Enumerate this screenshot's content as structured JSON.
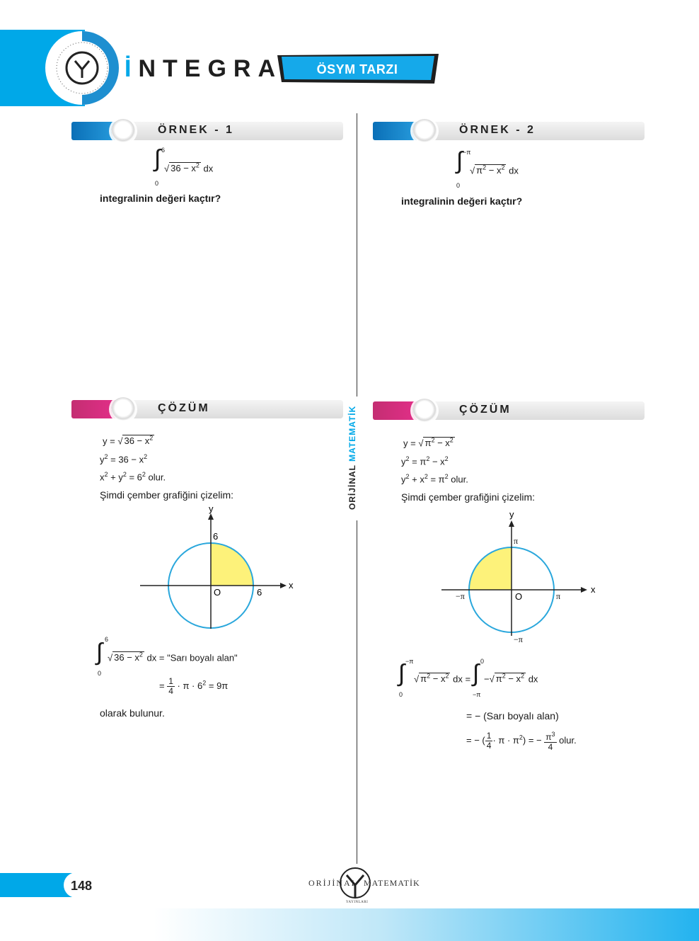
{
  "header": {
    "title_first": "İ",
    "title_rest": "NTEGRAL",
    "tag": "ÖSYM TARZI"
  },
  "example1": {
    "label": "ÖRNEK - 1",
    "upper": "6",
    "lower": "0",
    "integrand": "36 − x",
    "sup": "2",
    "dx": " dx",
    "question": "integralinin değeri kaçtır?"
  },
  "example2": {
    "label": "ÖRNEK - 2",
    "upper": "−π",
    "lower": "0",
    "integrand_a": "π",
    "integrand_b": " − x",
    "sup": "2",
    "dx": " dx",
    "question": "integralinin değeri kaçtır?"
  },
  "solution1": {
    "label": "ÇÖZÜM",
    "line1_lhs": "y = ",
    "line1_rad": "36 − x",
    "line2": "y",
    "line2_rest": " = 36 − x",
    "line3_a": "x",
    "line3_b": " + y",
    "line3_c": " = 6",
    "line3_d": "  olur.",
    "intro": "Şimdi çember grafiğini çizelim:",
    "graph": {
      "y": "y",
      "x": "x",
      "o": "O",
      "top": "6",
      "right": "6"
    },
    "int_upper": "6",
    "int_lower": "0",
    "int_rad": "36 − x",
    "int_rhs": " dx = \"Sarı boyalı alan\"",
    "result_pre": "= ",
    "frac_num": "1",
    "frac_den": "4",
    "result_post": "· π · 6",
    "result_end": " = 9π",
    "conclusion": "olarak bulunur."
  },
  "solution2": {
    "label": "ÇÖZÜM",
    "line1_lhs": "y = ",
    "line1_rad": "π",
    "line1_rad_b": " − x",
    "line2": "y",
    "line2_rest": " = π",
    "line2_end": " − x",
    "line3_a": "y",
    "line3_b": " + x",
    "line3_c": " = π",
    "line3_d": "  olur.",
    "intro": "Şimdi çember grafiğini çizelim:",
    "graph": {
      "y": "y",
      "x": "x",
      "o": "O",
      "top": "π",
      "right": "π",
      "left": "−π",
      "bottom": "−π"
    },
    "int1_upper": "−π",
    "int1_lower": "0",
    "int2_upper": "0",
    "int2_lower": "−π",
    "eq_mid": " dx = ",
    "neg": "−",
    "dx": " dx",
    "line_alan": "= − (Sarı boyalı alan)",
    "last_pre": "= − (",
    "frac_num": "1",
    "frac_den": "4",
    "last_mid": "· π · π",
    "last_close": ") = −",
    "frac2_num": "π",
    "frac2_den": "4",
    "last_end": "  olur."
  },
  "side_label": {
    "a": "ORİJİNAL ",
    "b": "MATEMATİK"
  },
  "footer": {
    "page": "148",
    "brand_left": "ORİJİNAL",
    "brand_right": "MATEMATİK",
    "brand_sub": "YAYINLARI"
  },
  "colors": {
    "accent": "#00a8e8",
    "pink": "#e8308a",
    "yellow": "#fdf27a",
    "circle": "#2aa7dc"
  }
}
